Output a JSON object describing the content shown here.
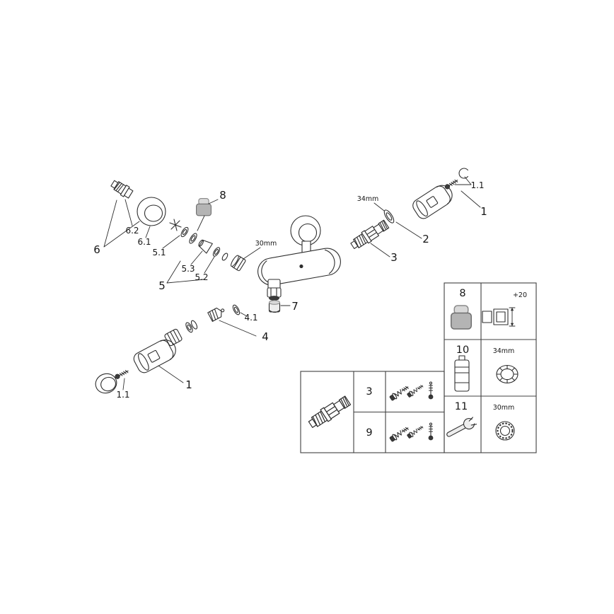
{
  "colors": {
    "background": "#ffffff",
    "line": "#2e2e2e",
    "part_gray": "#b4b4b4",
    "part_gray_light": "#d8d8d8",
    "dark_fill": "#3a3a3a"
  },
  "diagram": {
    "callouts": {
      "p8": "8",
      "dim34": "34mm",
      "p2": "2",
      "p3": "3",
      "p1_top": "1",
      "p11_top": "1.1",
      "p62": "6.2",
      "p61": "6.1",
      "p6": "6",
      "p51": "5.1",
      "p53": "5.3",
      "p52": "5.2",
      "p5": "5",
      "dim30": "30mm",
      "p7": "7",
      "p41": "4.1",
      "p4": "4",
      "p11_bottom": "1.1",
      "p1_bottom": "1"
    }
  },
  "parts_table": {
    "right": {
      "row1": {
        "label": "8",
        "dim": "+20"
      },
      "row2": {
        "label": "10",
        "dim": "34mm"
      },
      "row3": {
        "label": "11",
        "dim": "30mm"
      }
    },
    "left": {
      "row1": {
        "label": "3"
      },
      "row2": {
        "label": "9"
      }
    }
  }
}
